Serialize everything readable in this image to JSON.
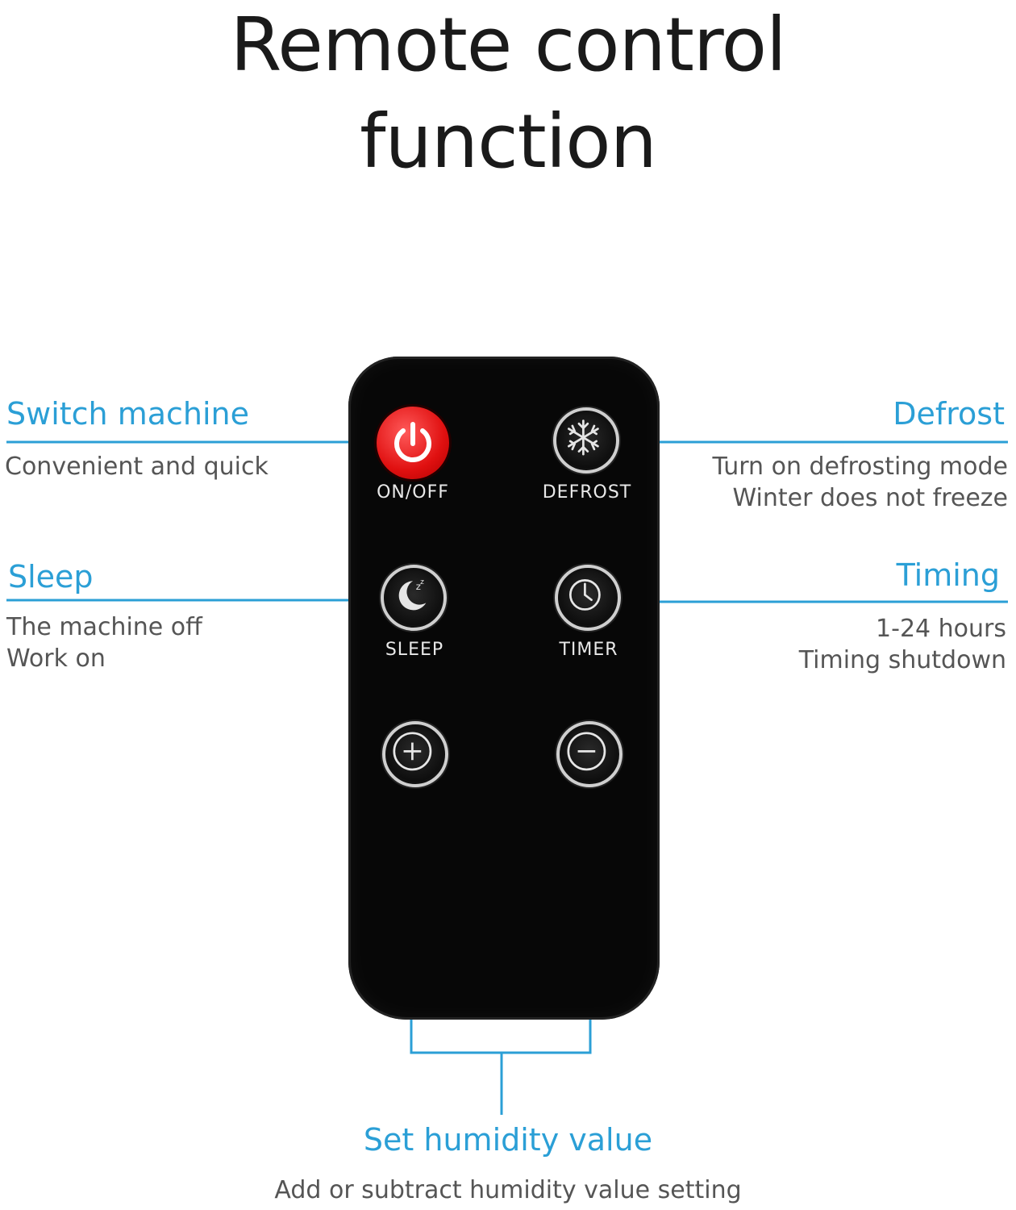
{
  "title": {
    "line1": "Remote control",
    "line2": "function"
  },
  "callouts": {
    "switch": {
      "title": "Switch machine",
      "desc": "Convenient and quick"
    },
    "defrost": {
      "title": "Defrost",
      "desc": "Turn on defrosting mode\nWinter does not freeze"
    },
    "sleep": {
      "title": "Sleep",
      "desc": "The machine off\nWork on"
    },
    "timing": {
      "title": "Timing",
      "desc": "1-24 hours\nTiming shutdown"
    },
    "humidity": {
      "title": "Set humidity value",
      "desc": "Add or subtract humidity value setting"
    }
  },
  "remote": {
    "buttons": {
      "power": "ON/OFF",
      "defrost": "DEFROST",
      "sleep": "SLEEP",
      "timer": "TIMER"
    },
    "icons": {
      "power": "power-icon",
      "defrost": "snowflake-icon",
      "sleep": "moon-icon",
      "timer": "clock-icon",
      "plus": "plus-icon",
      "minus": "minus-icon"
    }
  },
  "colors": {
    "accent": "#2b9fd6",
    "power_button": "#e01010",
    "remote_body": "#070707"
  }
}
